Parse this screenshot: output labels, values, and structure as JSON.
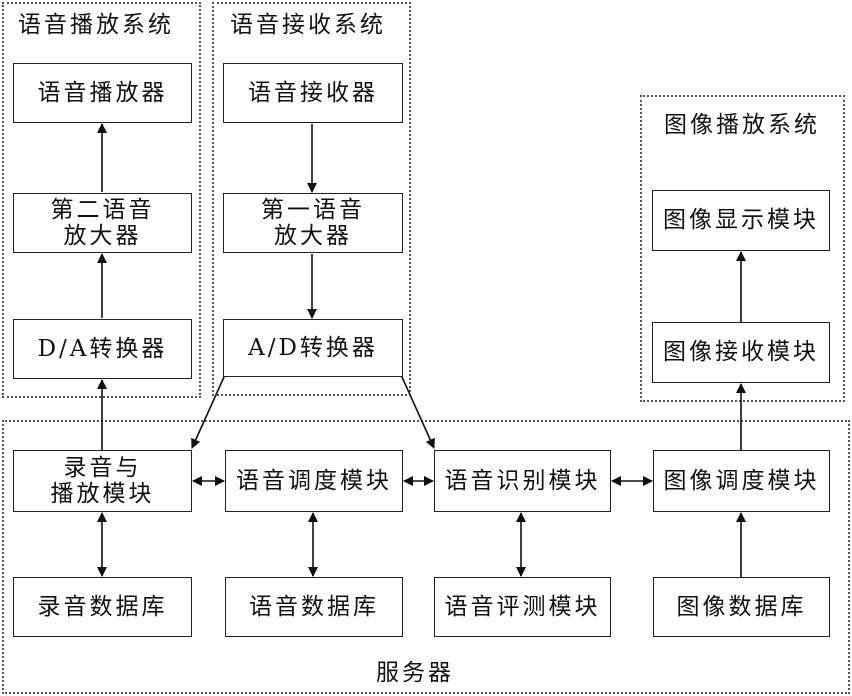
{
  "groups": {
    "playback_system": "语音播放系统",
    "receive_system": "语音接收系统",
    "image_playback_system": "图像播放系统",
    "server": "服务器"
  },
  "boxes": {
    "voice_player": "语音播放器",
    "second_amplifier": "第二语音\n放大器",
    "da_converter": "D/A转换器",
    "voice_receiver": "语音接收器",
    "first_amplifier": "第一语音\n放大器",
    "ad_converter": "A/D转换器",
    "image_display": "图像显示模块",
    "image_receive": "图像接收模块",
    "record_playback": "录音与\n播放模块",
    "voice_dispatch": "语音调度模块",
    "voice_recognition": "语音识别模块",
    "image_dispatch": "图像调度模块",
    "record_db": "录音数据库",
    "voice_db": "语音数据库",
    "voice_eval": "语音评测模块",
    "image_db": "图像数据库"
  }
}
